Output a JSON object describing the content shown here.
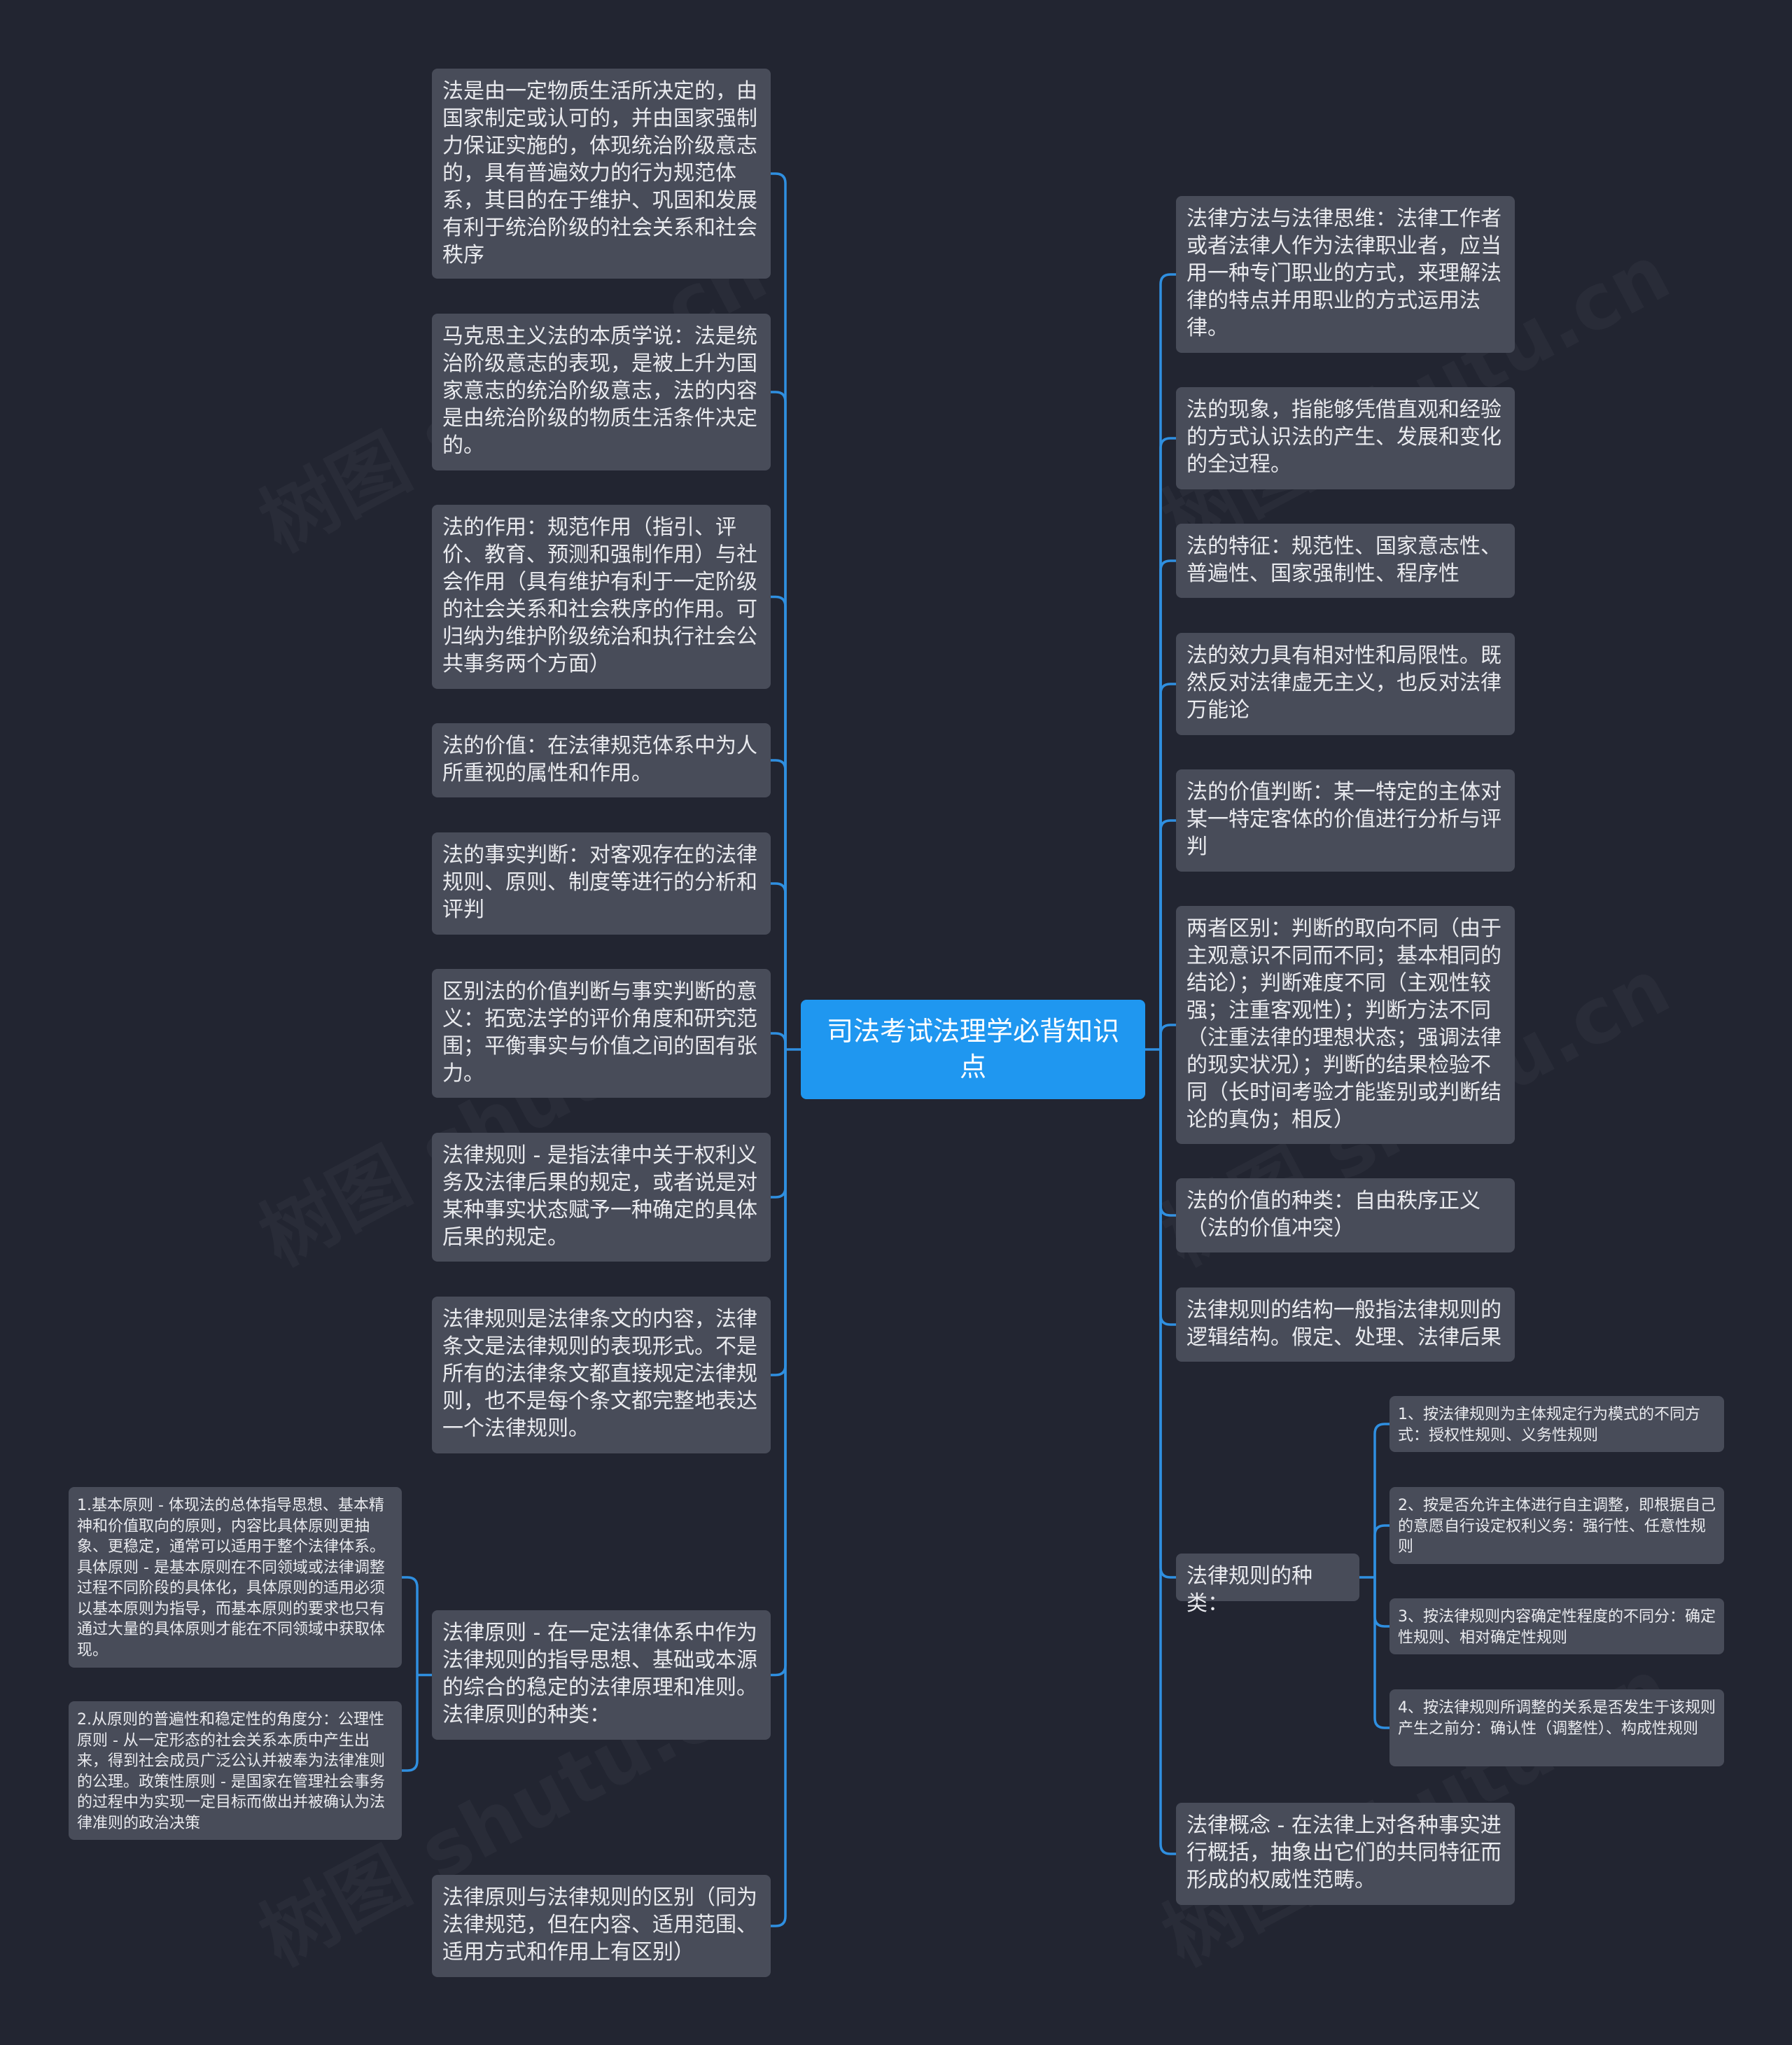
{
  "mindmap": {
    "root": "司法考试法理学必背知识点",
    "left": [
      "法是由一定物质生活所决定的，由国家制定或认可的，并由国家强制力保证实施的，体现统治阶级意志的，具有普遍效力的行为规范体系，其目的在于维护、巩固和发展有利于统治阶级的社会关系和社会秩序",
      "马克思主义法的本质学说：法是统治阶级意志的表现，是被上升为国家意志的统治阶级意志，法的内容是由统治阶级的物质生活条件决定的。",
      "法的作用：规范作用（指引、评价、教育、预测和强制作用）与社会作用（具有维护有利于一定阶级的社会关系和社会秩序的作用。可归纳为维护阶级统治和执行社会公共事务两个方面）",
      "法的价值：在法律规范体系中为人所重视的属性和作用。",
      "法的事实判断：对客观存在的法律规则、原则、制度等进行的分析和评判",
      "区别法的价值判断与事实判断的意义：拓宽法学的评价角度和研究范围；平衡事实与价值之间的固有张力。",
      "法律规则 - 是指法律中关于权利义务及法律后果的规定，或者说是对某种事实状态赋予一种确定的具体后果的规定。",
      "法律规则是法律条文的内容，法律条文是法律规则的表现形式。不是所有的法律条文都直接规定法律规则，也不是每个条文都完整地表达一个法律规则。",
      "法律原则 - 在一定法律体系中作为法律规则的指导思想、基础或本源的综合的稳定的法律原理和准则。法律原则的种类：",
      "法律原则与法律规则的区别（同为法律规范，但在内容、适用范围、适用方式和作用上有区别）"
    ],
    "principle_children": [
      "1.基本原则 - 体现法的总体指导思想、基本精神和价值取向的原则，内容比具体原则更抽象、更稳定，通常可以适用于整个法律体系。具体原则 - 是基本原则在不同领域或法律调整过程不同阶段的具体化，具体原则的适用必须以基本原则为指导，而基本原则的要求也只有通过大量的具体原则才能在不同领域中获取体现。",
      "2.从原则的普遍性和稳定性的角度分：公理性原则 - 从一定形态的社会关系本质中产生出来，得到社会成员广泛公认并被奉为法律准则的公理。政策性原则 - 是国家在管理社会事务的过程中为实现一定目标而做出并被确认为法律准则的政治决策"
    ],
    "right": [
      "法律方法与法律思维：法律工作者或者法律人作为法律职业者，应当用一种专门职业的方式，来理解法律的特点并用职业的方式运用法律。",
      "法的现象，指能够凭借直观和经验的方式认识法的产生、发展和变化的全过程。",
      "法的特征：规范性、国家意志性、普遍性、国家强制性、程序性",
      "法的效力具有相对性和局限性。既然反对法律虚无主义，也反对法律万能论",
      "法的价值判断：某一特定的主体对某一特定客体的价值进行分析与评判",
      "两者区别：判断的取向不同（由于主观意识不同而不同；基本相同的结论）；判断难度不同（主观性较强；注重客观性）；判断方法不同（注重法律的理想状态；强调法律的现实状况）；判断的结果检验不同（长时间考验才能鉴别或判断结论的真伪；相反）",
      "法的价值的种类：自由秩序正义（法的价值冲突）",
      "法律规则的结构一般指法律规则的逻辑结构。假定、处理、法律后果",
      "法律规则的种类：",
      "法律概念 - 在法律上对各种事实进行概括，抽象出它们的共同特征而形成的权威性范畴。"
    ],
    "rule_type_children": [
      "1、按法律规则为主体规定行为模式的不同方式：授权性规则、义务性规则",
      "2、按是否允许主体进行自主调整，即根据自己的意愿自行设定权利义务：强行性、任意性规则",
      "3、按法律规则内容确定性程度的不同分：确定性规则、相对确定性规则",
      "4、按法律规则所调整的关系是否发生于该规则产生之前分：确认性（调整性）、构成性规则"
    ]
  },
  "watermark": "树图 shutu.cn",
  "colors": {
    "background": "#222531",
    "node": "#484c59",
    "root": "#1f97f0",
    "connector": "#2f8fe0",
    "text": "#e9eaee"
  }
}
